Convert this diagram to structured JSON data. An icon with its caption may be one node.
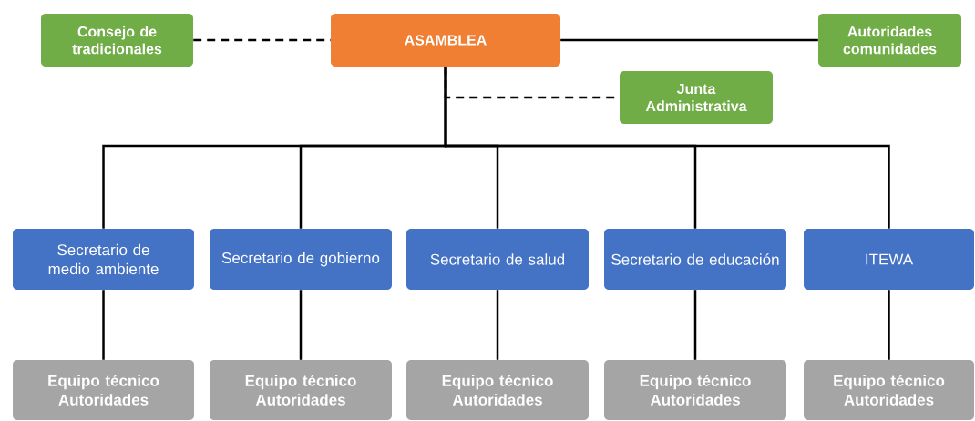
{
  "diagram": {
    "nodes": [
      {
        "text": [
          "Consejo de tradicionales"
        ]
      },
      {
        "text": [
          "ASAMBLEA"
        ]
      },
      {
        "text": [
          "Autoridades comunidades"
        ]
      },
      {
        "text": [
          "Junta Administrativa"
        ]
      },
      {
        "text": [
          "Secretario de medio ambiente"
        ]
      },
      {
        "text": [
          "Secretario de gobierno"
        ]
      },
      {
        "text": [
          "Secretario de salud"
        ]
      },
      {
        "text": [
          "Secretario de educación"
        ]
      },
      {
        "text": [
          "ITEWA"
        ]
      },
      {
        "text": [
          "Equipo técnico Autoridades"
        ]
      },
      {
        "text": [
          "Equipo técnico Autoridades"
        ]
      },
      {
        "text": [
          "Equipo técnico Autoridades"
        ]
      },
      {
        "text": [
          "Equipo técnico Autoridades"
        ]
      },
      {
        "text": [
          "Equipo técnico Autoridades"
        ]
      }
    ],
    "edges": [
      {
        "from": 0,
        "to": 1,
        "arrow": "none",
        "style": "dashed"
      },
      {
        "from": 1,
        "to": 3,
        "arrow": "none",
        "style": "dashed"
      },
      {
        "from": 1,
        "to": 2,
        "arrow": "none"
      },
      {
        "from": 1,
        "to": 4,
        "arrow": "none"
      },
      {
        "from": 1,
        "to": 5,
        "arrow": "none"
      },
      {
        "from": 1,
        "to": 6,
        "arrow": "none"
      },
      {
        "from": 1,
        "to": 7,
        "arrow": "none"
      },
      {
        "from": 1,
        "to": 8,
        "arrow": "none"
      },
      {
        "from": 4,
        "to": 9,
        "arrow": "none"
      },
      {
        "from": 5,
        "to": 10,
        "arrow": "none"
      },
      {
        "from": 6,
        "to": 11,
        "arrow": "none"
      },
      {
        "from": 7,
        "to": 12,
        "arrow": "none"
      },
      {
        "from": 8,
        "to": 13,
        "arrow": "none"
      }
    ]
  }
}
